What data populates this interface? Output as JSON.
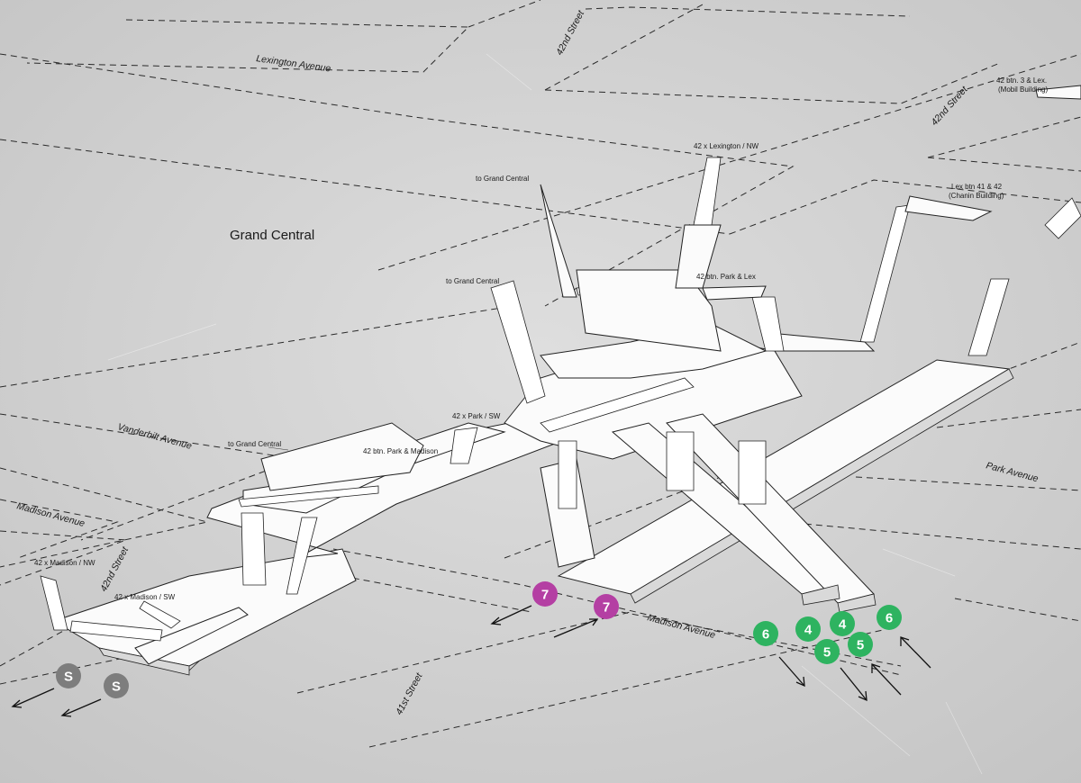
{
  "title": "Grand Central",
  "streets": {
    "lexington": "Lexington Avenue",
    "st42_top": "42nd Street",
    "st42_right": "42nd Street",
    "vanderbilt": "Vanderbilt Avenue",
    "madison_left": "Madison Avenue",
    "st42_left": "42nd Street",
    "madison_bottom": "Madison Avenue",
    "st41": "41st Street",
    "park": "Park Avenue"
  },
  "entrances": {
    "lex_3": "42 btn. 3 & Lex.",
    "mobil": "(Mobil Building)",
    "lex_nw": "42 x Lexington / NW",
    "lex_41_42": "Lex btn 41 & 42",
    "chanin": "(Chanin Building)",
    "to_gc_1": "to Grand Central",
    "park_lex": "42 btn. Park & Lex",
    "to_gc_2": "to Grand Central",
    "park_sw": "42 x Park / SW",
    "to_gc_3": "to Grand Central",
    "park_madison": "42 btn. Park & Madison",
    "madison_nw": "42 x Madison / NW",
    "madison_sw": "42 x Madison / SW"
  },
  "badges": [
    {
      "label": "S",
      "color": "#7d7d7d"
    },
    {
      "label": "S",
      "color": "#7d7d7d"
    },
    {
      "label": "7",
      "color": "#b43fa3"
    },
    {
      "label": "7",
      "color": "#b43fa3"
    },
    {
      "label": "6",
      "color": "#2eb360"
    },
    {
      "label": "4",
      "color": "#2eb360"
    },
    {
      "label": "4",
      "color": "#2eb360"
    },
    {
      "label": "6",
      "color": "#2eb360"
    },
    {
      "label": "5",
      "color": "#2eb360"
    },
    {
      "label": "5",
      "color": "#2eb360"
    }
  ]
}
